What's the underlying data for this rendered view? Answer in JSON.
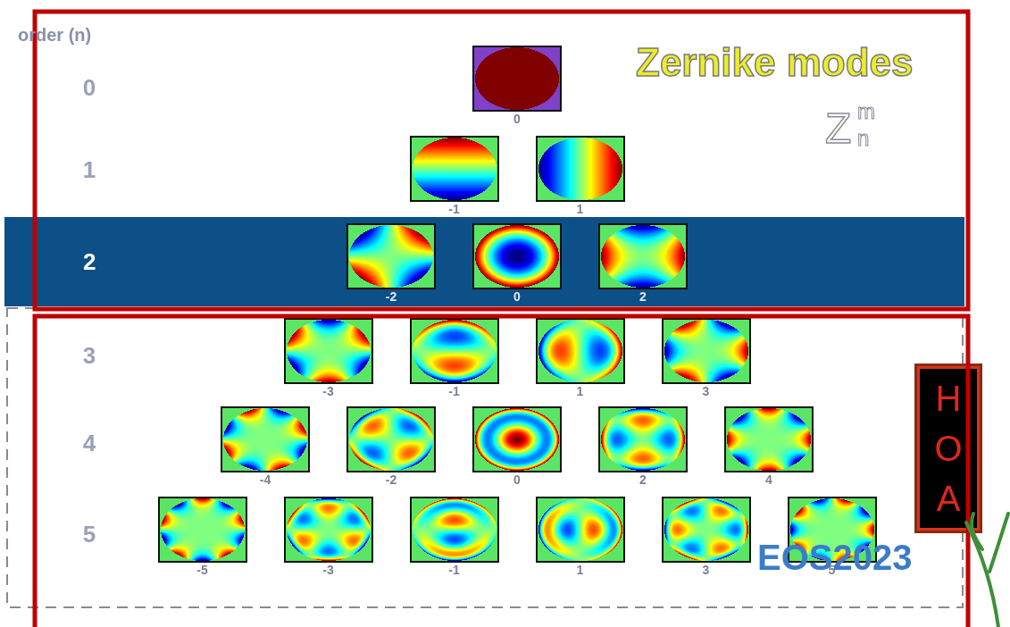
{
  "diagram": {
    "title": "Zernike modes",
    "nodes": [
      {
        "text": [
          "2"
        ]
      },
      {
        "text": [
          "HOA"
        ]
      }
    ],
    "labels": [
      "order (n)",
      "0",
      "1",
      "3",
      "4",
      "5",
      "Z",
      "m",
      "n",
      "0",
      "-1",
      "1",
      "-2",
      "0",
      "2",
      "-3",
      "-1",
      "1",
      "3",
      "-4",
      "-2",
      "0",
      "2",
      "4",
      "-5",
      "-3",
      "-1",
      "1",
      "3",
      "5",
      "EOS2023"
    ]
  }
}
